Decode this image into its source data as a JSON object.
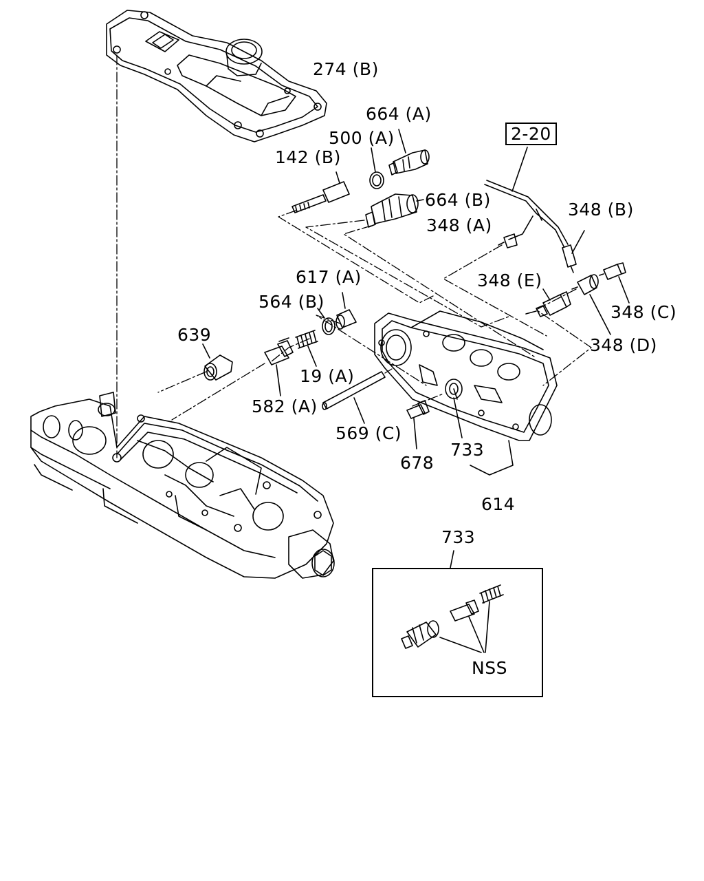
{
  "labels": {
    "p274b": "274 (B)",
    "p664a": "664 (A)",
    "p500a": "500 (A)",
    "p142b": "142 (B)",
    "p664b": "664 (B)",
    "ref220": "2-20",
    "p348b": "348 (B)",
    "p348a": "348 (A)",
    "p617a": "617 (A)",
    "p564b": "564 (B)",
    "p348e": "348 (E)",
    "p348c": "348 (C)",
    "p639": "639",
    "p348d": "348 (D)",
    "p19a": "19 (A)",
    "p582a": "582 (A)",
    "p569c": "569 (C)",
    "p733": "733",
    "p678": "678",
    "p614": "614",
    "p733detail": "733",
    "nss": "NSS"
  }
}
